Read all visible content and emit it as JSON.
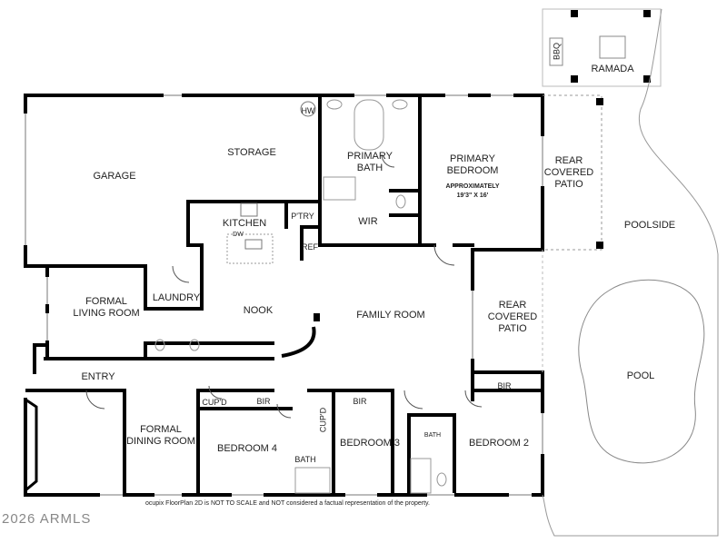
{
  "rooms": {
    "garage": "GARAGE",
    "storage": "STORAGE",
    "hw": "HW",
    "primary_bath": [
      "PRIMARY",
      "BATH"
    ],
    "primary_bedroom": [
      "PRIMARY",
      "BEDROOM"
    ],
    "primary_bedroom_size": [
      "APPROXIMATELY",
      "19'3\" X 16'"
    ],
    "rear_covered_patio_top": [
      "REAR",
      "COVERED",
      "PATIO"
    ],
    "bbq": "BBQ",
    "ramada": "RAMADA",
    "poolside": "POOLSIDE",
    "pool": "POOL",
    "kitchen": "KITCHEN",
    "pantry": "P'TRY",
    "dw": "DW",
    "ref": "REF",
    "wir": "WIR",
    "laundry": "LAUNDRY",
    "formal_living_room": [
      "FORMAL",
      "LIVING ROOM"
    ],
    "nook": "NOOK",
    "family_room": "FAMILY ROOM",
    "rear_covered_patio_side": [
      "REAR",
      "COVERED",
      "PATIO"
    ],
    "entry": "ENTRY",
    "formal_dining_room": [
      "FORMAL",
      "DINING ROOM"
    ],
    "cupd_1": "CUP'D",
    "bir_4": "BIR",
    "bedroom_4": "BEDROOM 4",
    "bath_4": "BATH",
    "cupd_2": "CUP'D",
    "bir_3": "BIR",
    "bedroom_3": "BEDROOM 3",
    "bath_2": "BATH",
    "bir_2": "BIR",
    "bedroom_2": "BEDROOM 2"
  },
  "disclaimer": "ocupix FloorPlan 2D is NOT TO SCALE and NOT considered a factual representation of the property.",
  "watermark": "2026 ARMLS"
}
